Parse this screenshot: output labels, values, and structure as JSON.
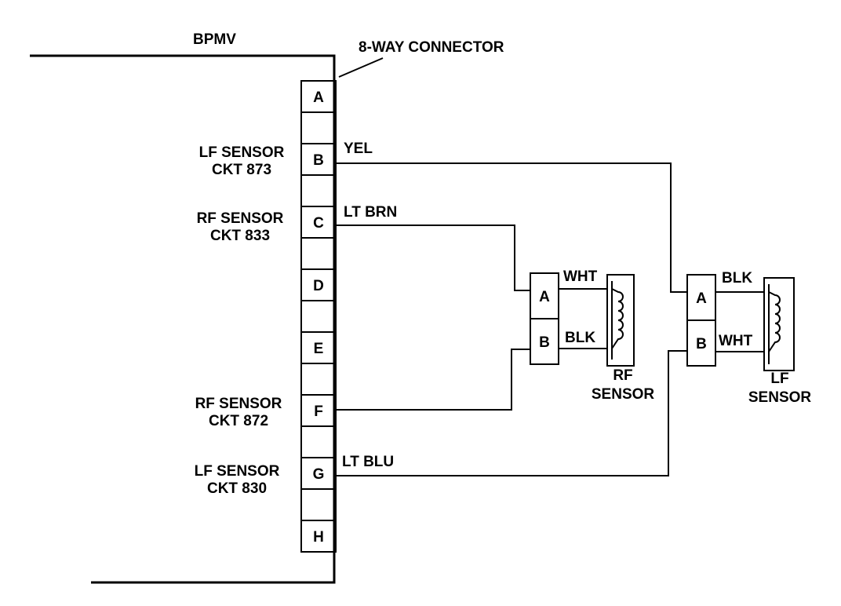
{
  "module": {
    "title": "BPMV",
    "connector_label": "8-WAY CONNECTOR",
    "pins": [
      "A",
      "",
      "B",
      "",
      "C",
      "",
      "D",
      "",
      "E",
      "",
      "F",
      "",
      "G",
      "",
      "H"
    ]
  },
  "circuits": [
    {
      "label_line1": "LF SENSOR",
      "label_line2": "CKT 873",
      "wire": "YEL"
    },
    {
      "label_line1": "RF SENSOR",
      "label_line2": "CKT 833",
      "wire": "LT BRN"
    },
    {
      "label_line1": "RF SENSOR",
      "label_line2": "CKT 872",
      "wire": ""
    },
    {
      "label_line1": "LF SENSOR",
      "label_line2": "CKT 830",
      "wire": "LT BLU"
    }
  ],
  "rf_sensor": {
    "pins": [
      "A",
      "B"
    ],
    "wire_a": "WHT",
    "wire_b": "BLK",
    "label_line1": "RF",
    "label_line2": "SENSOR"
  },
  "lf_sensor": {
    "pins": [
      "A",
      "B"
    ],
    "wire_a": "BLK",
    "wire_b": "WHT",
    "label_line1": "LF",
    "label_line2": "SENSOR"
  }
}
